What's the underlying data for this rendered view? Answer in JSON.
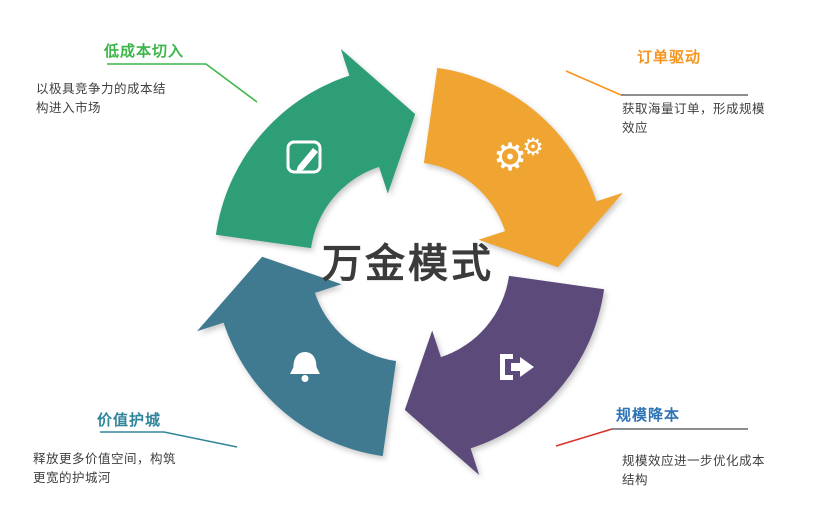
{
  "center_title": "万金模式",
  "colors": {
    "callout_gray": "#4a4a4a",
    "center_text": "#3b3b3b",
    "icon_white": "#ffffff"
  },
  "segments": [
    {
      "label": "低成本切入",
      "description": "以极具竞争力的成本结构进入市场",
      "label_color": "#3CB549",
      "arrow_color": "#2E9E77",
      "line_color": "#3CB549",
      "icon": "pencil-edit-icon"
    },
    {
      "label": "订单驱动",
      "description": "获取海量订单，形成规模效应",
      "label_color": "#F7941E",
      "arrow_color": "#F0A532",
      "line_color": "#F7941E",
      "icon": "gears-icon"
    },
    {
      "label": "规模降本",
      "description": "规模效应进一步优化成本结构",
      "label_color": "#2E74B5",
      "arrow_color": "#5B4A7A",
      "line_color": "#D9342B",
      "icon": "logout-arrow-icon"
    },
    {
      "label": "价值护城",
      "description": "释放更多价值空间，构筑更宽的护城河",
      "label_color": "#31859B",
      "arrow_color": "#3F7A90",
      "line_color": "#31859B",
      "icon": "bell-icon"
    }
  ]
}
